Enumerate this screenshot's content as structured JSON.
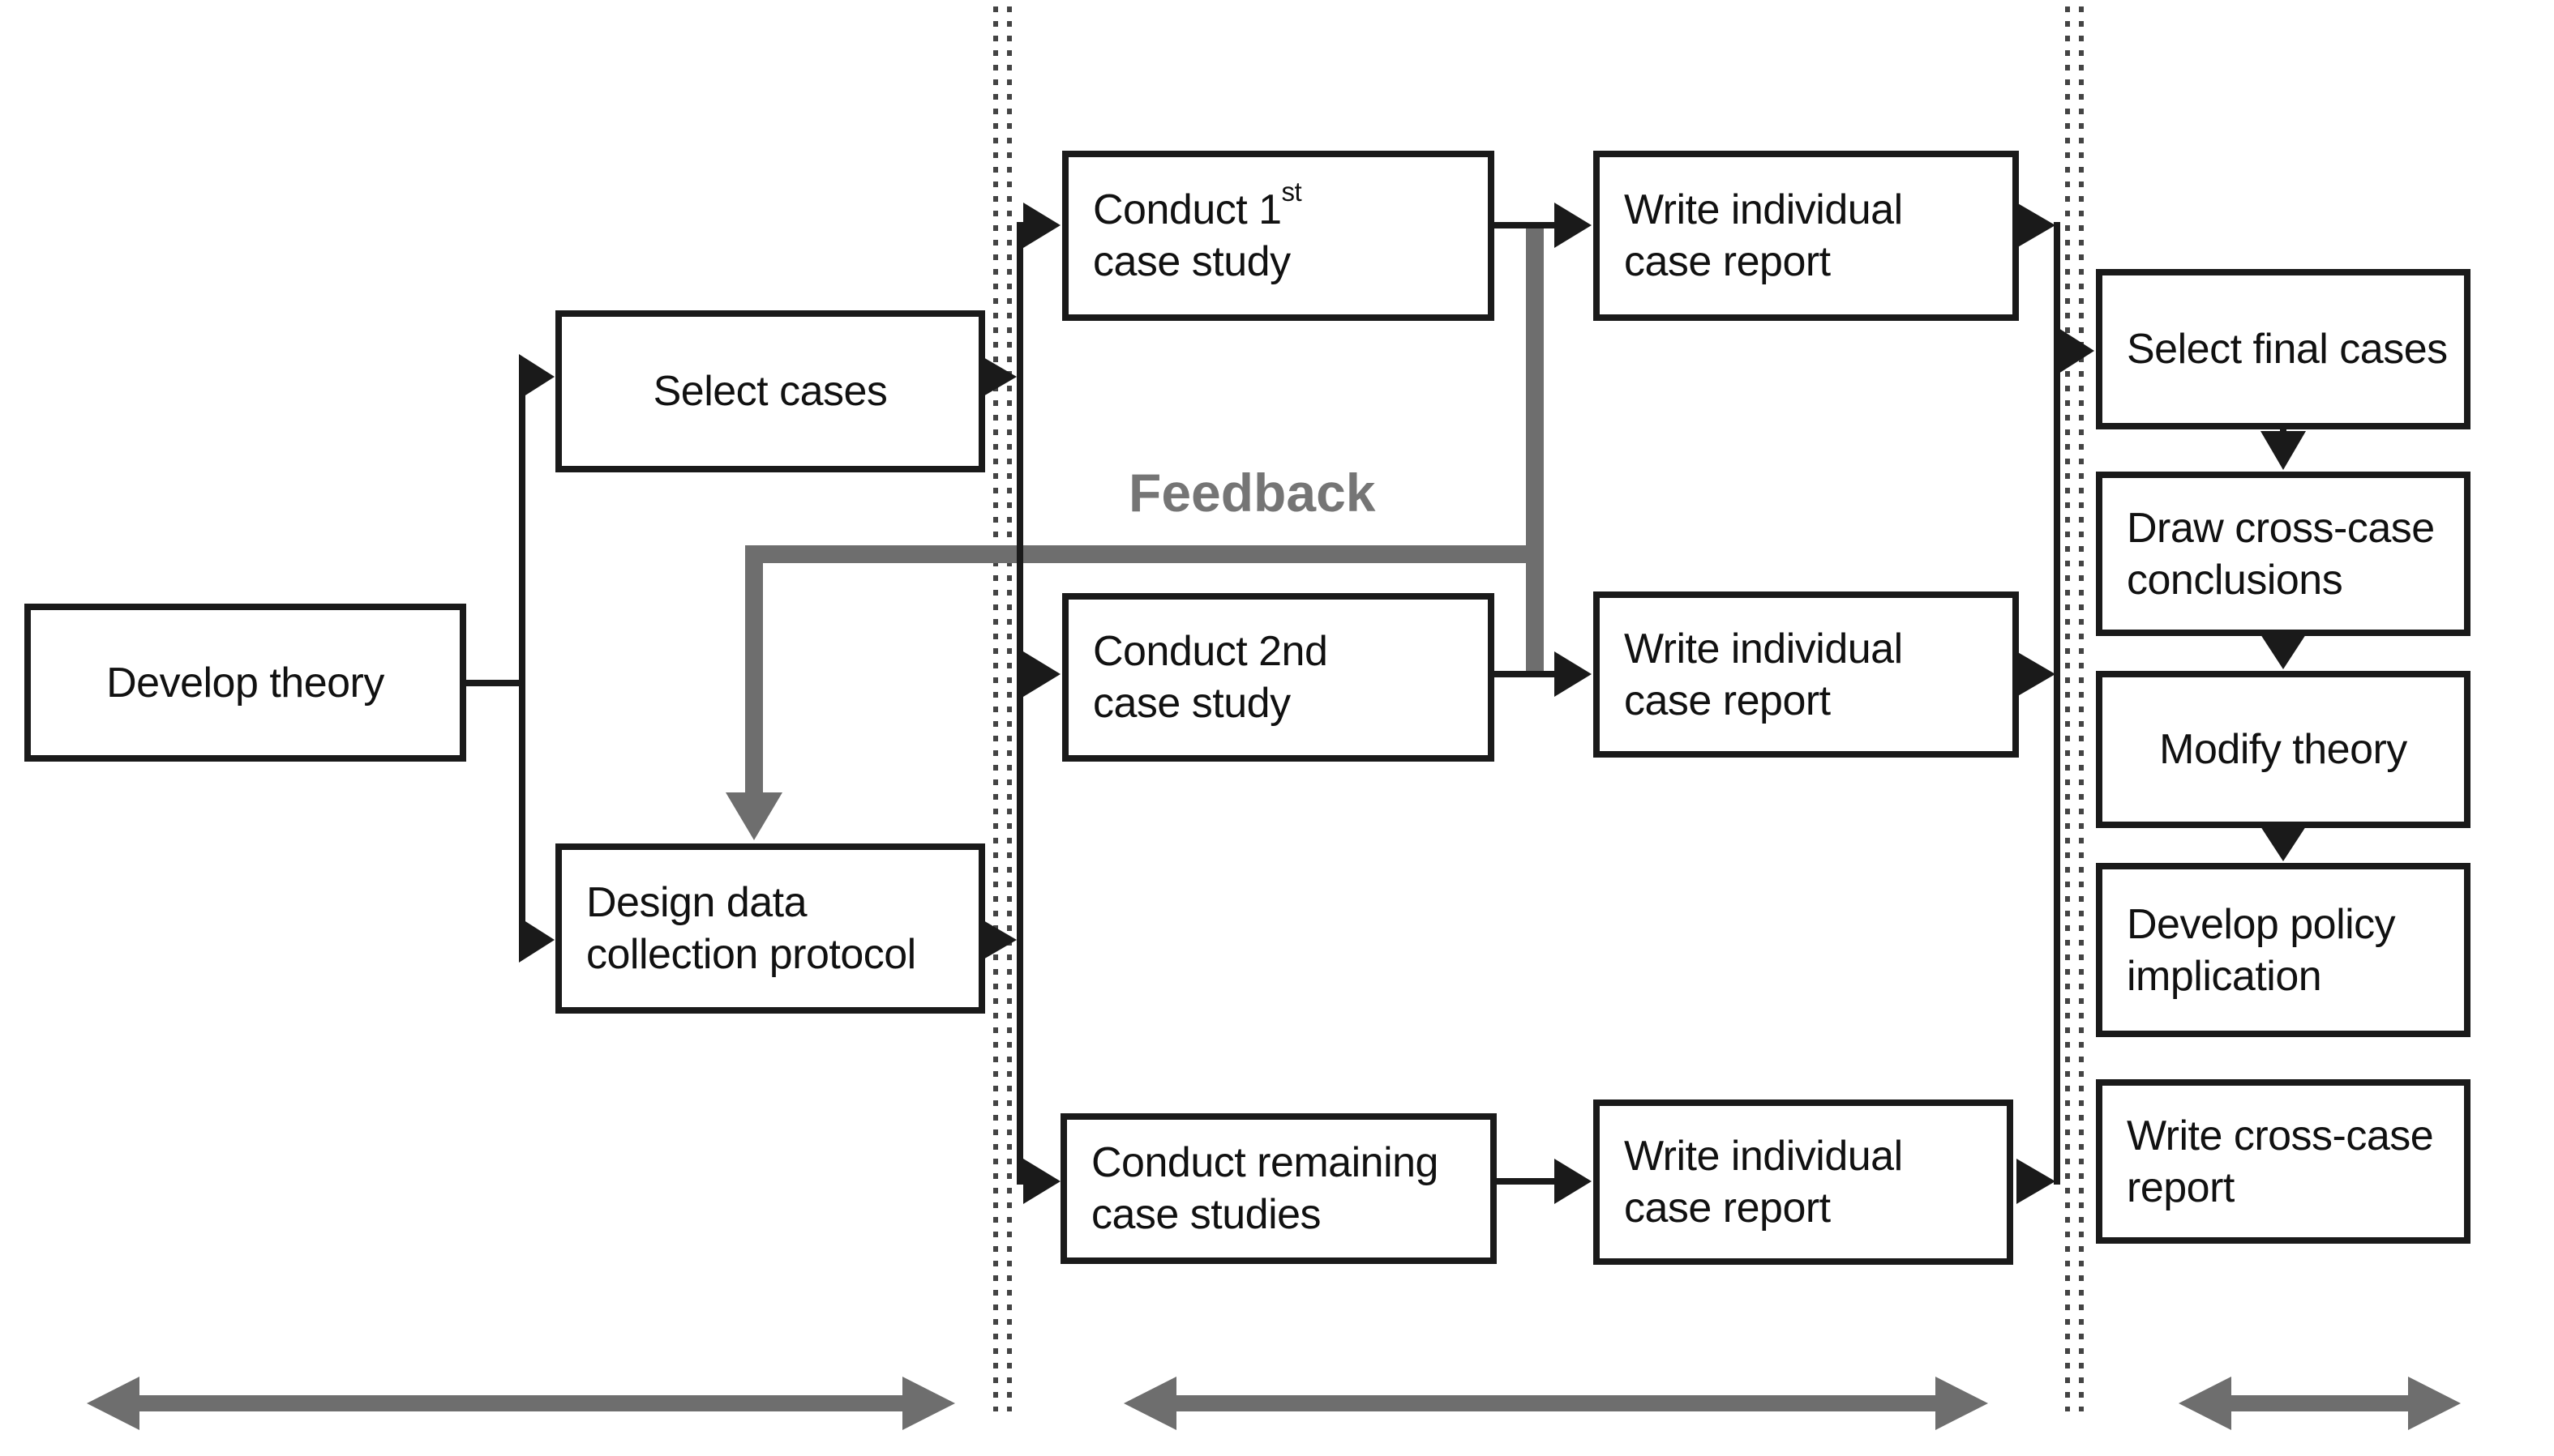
{
  "diagram": {
    "type": "flowchart",
    "labels": {
      "feedback": "Feedback"
    },
    "boxes": {
      "develop_theory": {
        "label": "Develop theory"
      },
      "select_cases": {
        "label": "Select cases"
      },
      "design_protocol": {
        "line1": "Design data",
        "line2": "collection protocol"
      },
      "conduct_1st": {
        "line1_prefix": "Conduct 1",
        "line1_sup": "st",
        "line2": "case study"
      },
      "write_report_1": {
        "line1": "Write individual",
        "line2": "case report"
      },
      "conduct_2nd": {
        "line1": "Conduct 2nd",
        "line2": "case study"
      },
      "write_report_2": {
        "line1": "Write individual",
        "line2": "case report"
      },
      "conduct_remaining": {
        "line1": "Conduct remaining",
        "line2": "case studies"
      },
      "write_report_3": {
        "line1": "Write individual",
        "line2": "case report"
      },
      "select_final": {
        "label": "Select final cases"
      },
      "draw_conclusions": {
        "line1": "Draw cross-case",
        "line2": "conclusions"
      },
      "modify_theory": {
        "label": "Modify theory"
      },
      "develop_policy": {
        "line1": "Develop policy",
        "line2": "implication"
      },
      "write_cross_case": {
        "line1": "Write cross-case",
        "line2": "report"
      }
    },
    "colors": {
      "line_black": "#1a1a1a",
      "gray_accent": "#6e6e6e",
      "feedback_text_gray": "#757575",
      "dotted_divider": "#444444",
      "box_background": "#ffffff"
    }
  }
}
